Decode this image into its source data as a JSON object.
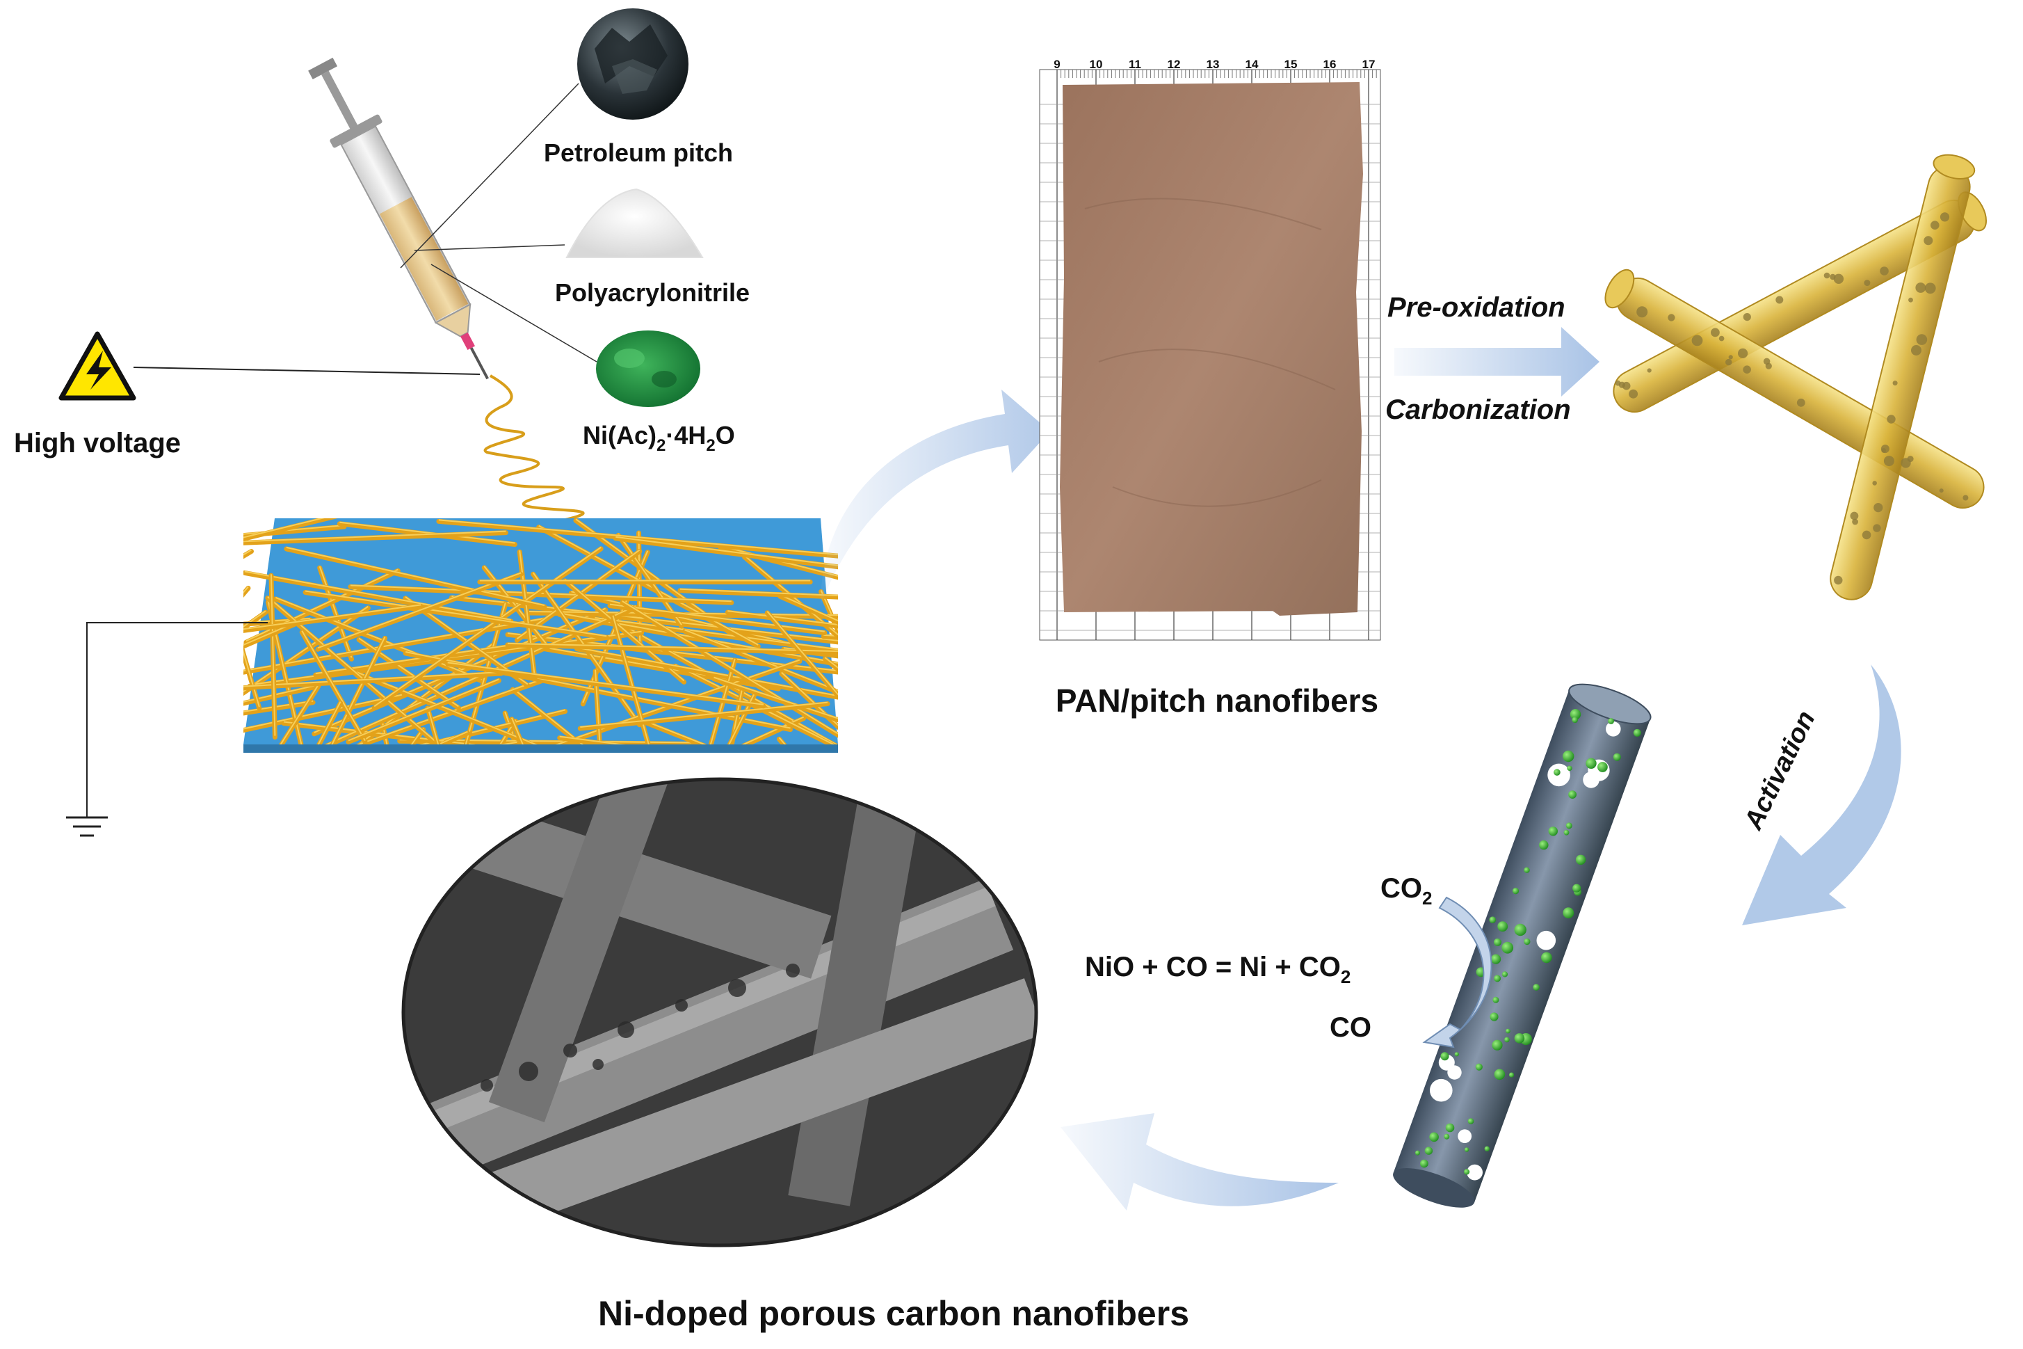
{
  "labels": {
    "petroleum_pitch": "Petroleum pitch",
    "polyacrylonitrile": "Polyacrylonitrile",
    "nickel_acetate": {
      "pre": "Ni(Ac)",
      "sub1": "2",
      "mid": "·4H",
      "sub2": "2",
      "post": "O"
    },
    "high_voltage": "High voltage",
    "pan_pitch": "PAN/pitch nanofibers",
    "pre_oxidation": "Pre-oxidation",
    "carbonization": "Carbonization",
    "activation": "Activation",
    "co2_in": {
      "main": "CO",
      "sub": "2"
    },
    "co_out": "CO",
    "reaction": {
      "main": "NiO + CO = Ni + CO",
      "sub": "2"
    },
    "final": "Ni-doped porous carbon nanofibers"
  },
  "ruler_numbers": [
    "9",
    "10",
    "11",
    "12",
    "13",
    "14",
    "15",
    "16",
    "17"
  ],
  "colors": {
    "fiber_gold": "#E3A21A",
    "collector_blue": "#3F9AD8",
    "mat_brown": "#A27A64",
    "arrow_blue": "#A9C3E6",
    "tube_gray": "#5E6F82",
    "warning_yellow": "#FFE600",
    "powder_green": "#1E8A3C"
  },
  "icons": {
    "warning": "high-voltage-warning-icon",
    "ground": "ground-icon"
  }
}
